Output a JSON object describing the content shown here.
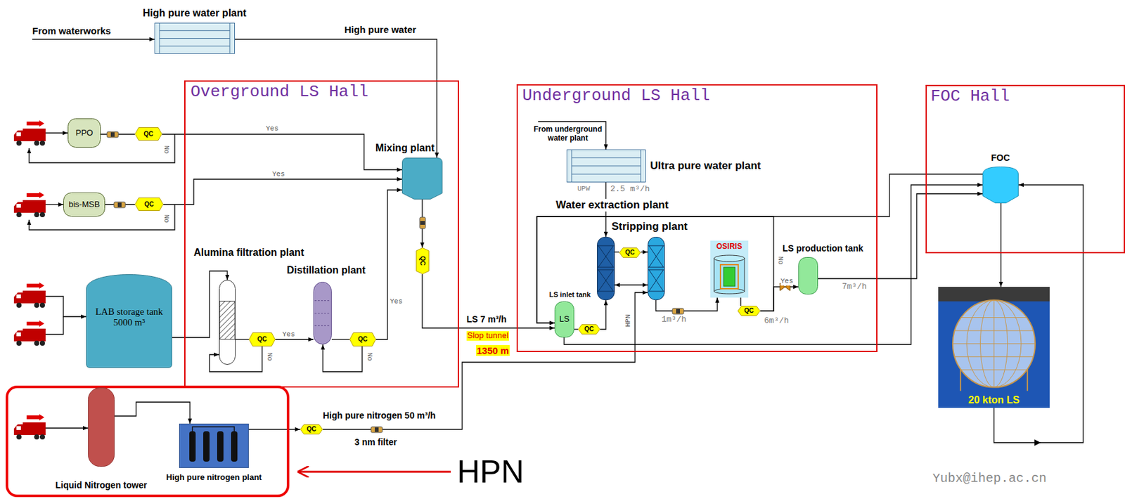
{
  "diagram": {
    "nodes": [
      {
        "text": [
          "High pure water plant"
        ]
      },
      {
        "text": [
          "Overground LS Hall"
        ]
      },
      {
        "text": [
          "PPO"
        ]
      },
      {
        "text": [
          "QC"
        ]
      },
      {
        "text": [
          "bis-MSB"
        ]
      },
      {
        "text": [
          "QC"
        ]
      },
      {
        "text": [
          "LAB storage tank 5000 m³"
        ]
      },
      {
        "text": [
          "Mixing plant"
        ],
        "in": 1
      },
      {
        "text": [
          "QC"
        ],
        "in": 1
      },
      {
        "text": [
          "Alumina filtration plant"
        ],
        "in": 1
      },
      {
        "text": [
          "QC"
        ],
        "in": 1
      },
      {
        "text": [
          "Distillation plant"
        ],
        "in": 1
      },
      {
        "text": [
          "QC"
        ],
        "in": 1
      },
      {
        "text": [
          "Underground LS Hall"
        ]
      },
      {
        "text": [
          "Ultra pure water plant"
        ],
        "in": 13
      },
      {
        "text": [
          "Water extraction plant"
        ],
        "in": 13
      },
      {
        "text": [
          "QC"
        ],
        "in": 13
      },
      {
        "text": [
          "Stripping plant"
        ],
        "in": 13
      },
      {
        "text": [
          "OSIRIS"
        ],
        "in": 13
      },
      {
        "text": [
          "LS production tank"
        ],
        "in": 13
      },
      {
        "text": [
          "LS inlet tank",
          "LS"
        ],
        "in": 13
      },
      {
        "text": [
          "QC"
        ],
        "in": 13
      },
      {
        "text": [
          "QC"
        ],
        "in": 13
      },
      {
        "text": [
          "FOC Hall"
        ]
      },
      {
        "text": [
          "FOC"
        ],
        "in": 23
      },
      {
        "text": [
          "20 kton LS"
        ]
      },
      {
        "text": [
          "HPN"
        ]
      },
      {
        "text": [
          "Liquid Nitrogen tower"
        ],
        "in": 26
      },
      {
        "text": [
          "High pure nitrogen plant"
        ],
        "in": 26
      },
      {
        "text": [
          "QC"
        ]
      }
    ],
    "edges": [
      {
        "from": 0,
        "to": 7,
        "arrow": "to",
        "label": "High pure water"
      },
      {
        "from": 2,
        "to": 3,
        "arrow": "none"
      },
      {
        "from": 3,
        "to": 7,
        "arrow": "to",
        "label": "Yes"
      },
      {
        "from": 4,
        "to": 5,
        "arrow": "none"
      },
      {
        "from": 5,
        "to": 7,
        "arrow": "to",
        "label": "Yes"
      },
      {
        "from": 6,
        "to": 9,
        "arrow": "to"
      },
      {
        "from": 9,
        "to": 10,
        "arrow": "none"
      },
      {
        "from": 10,
        "to": 11,
        "arrow": "to",
        "label": "Yes"
      },
      {
        "from": 10,
        "to": 9,
        "arrow": "to",
        "label": "No"
      },
      {
        "from": 11,
        "to": 12,
        "arrow": "none"
      },
      {
        "from": 12,
        "to": 7,
        "arrow": "to",
        "label": "Yes"
      },
      {
        "from": 12,
        "to": 11,
        "arrow": "to",
        "label": "No"
      },
      {
        "from": 7,
        "to": 8,
        "arrow": "to"
      },
      {
        "from": 8,
        "to": 20,
        "arrow": "to",
        "label": "LS 7 m³/h"
      },
      {
        "from": 14,
        "to": 15,
        "arrow": "to"
      },
      {
        "from": 20,
        "to": 21,
        "arrow": "none"
      },
      {
        "from": 21,
        "to": 15,
        "arrow": "to"
      },
      {
        "from": 15,
        "to": 16,
        "arrow": "none"
      },
      {
        "from": 16,
        "to": 17,
        "arrow": "to"
      },
      {
        "from": 17,
        "to": 15,
        "arrow": "both"
      },
      {
        "from": 17,
        "to": 18,
        "arrow": "to",
        "label": "1m³/h"
      },
      {
        "from": 18,
        "to": 22,
        "arrow": "none"
      },
      {
        "from": 22,
        "to": 19,
        "arrow": "to",
        "label": "Yes"
      },
      {
        "from": 22,
        "to": 20,
        "arrow": "to",
        "label": "No"
      },
      {
        "from": 19,
        "to": 24,
        "arrow": "to",
        "label": "7m³/h"
      },
      {
        "from": 24,
        "to": 20,
        "arrow": "to"
      },
      {
        "from": 20,
        "to": 24,
        "arrow": "to"
      },
      {
        "from": 24,
        "to": 25,
        "arrow": "to"
      },
      {
        "from": 25,
        "to": 24,
        "arrow": "to"
      },
      {
        "from": 27,
        "to": 28,
        "arrow": "to"
      },
      {
        "from": 28,
        "to": 29,
        "arrow": "to"
      },
      {
        "from": 29,
        "to": 17,
        "arrow": "to",
        "label": "HPN"
      }
    ],
    "labels": [
      "From waterworks",
      "No",
      "No",
      "From underground water plant",
      "UPW",
      "2.5 m³/h",
      "6m³/h",
      "Slop tunnel",
      "1350 m",
      "High pure nitrogen 50 m³/h",
      "3 nm filter",
      "Yubx@ihep.ac.cn"
    ]
  }
}
